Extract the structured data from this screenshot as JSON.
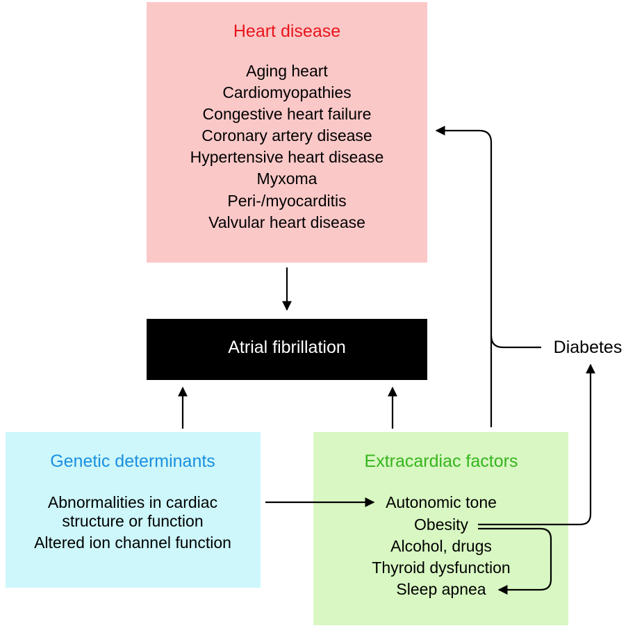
{
  "heart_disease": {
    "title": "Heart disease",
    "title_color": "#e8141b",
    "fill": "#fbc8c8",
    "items": [
      "Aging heart",
      "Cardiomyopathies",
      "Congestive heart failure",
      "Coronary artery disease",
      "Hypertensive heart disease",
      "Myxoma",
      "Peri-/myocarditis",
      "Valvular heart disease"
    ]
  },
  "atrial_fibrillation": {
    "label": "Atrial fibrillation",
    "fill": "#000000",
    "text_color": "#ffffff"
  },
  "genetic_determinants": {
    "title": "Genetic determinants",
    "title_color": "#1a8fe0",
    "fill": "#cdf7fb",
    "items": [
      "Abnormalities in cardiac",
      "structure or function",
      "Altered ion channel function"
    ]
  },
  "extracardiac_factors": {
    "title": "Extracardiac factors",
    "title_color": "#35b51d",
    "fill": "#d8f7c2",
    "items": [
      "Autonomic tone",
      "Obesity",
      "Alcohol, drugs",
      "Thyroid dysfunction",
      "Sleep apnea"
    ]
  },
  "diabetes": {
    "label": "Diabetes"
  }
}
